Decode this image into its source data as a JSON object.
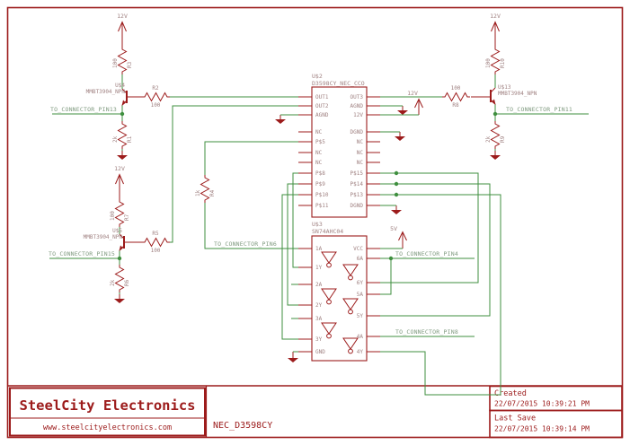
{
  "power": {
    "v12": "12V",
    "v5": "5V"
  },
  "net_labels": {
    "pin13": "TO_CONNECTOR_PIN13",
    "pin15": "TO_CONNECTOR_PIN15",
    "pin11": "TO_CONNECTOR_PIN11",
    "pin6": "TO_CONNECTOR_PIN6",
    "pin4": "TO_CONNECTOR_PIN4",
    "pin8": "TO_CONNECTOR_PIN8"
  },
  "components": {
    "u2": {
      "ref": "U$2",
      "part": "D3598CY_NEC_CCO",
      "left_pins": [
        "OUT1",
        "OUT2",
        "AGND",
        "NC",
        "P$5",
        "NC",
        "NC",
        "P$8",
        "P$9",
        "P$10",
        "P$11"
      ],
      "right_pins": [
        "OUT3",
        "AGND",
        "12V",
        "DGND",
        "NC",
        "NC",
        "NC",
        "P$15",
        "P$14",
        "P$13",
        "DGND"
      ]
    },
    "u3": {
      "ref": "U$3",
      "part": "SN74AHC04",
      "left_pins": [
        "1A",
        "1Y",
        "2A",
        "2Y",
        "3A",
        "3Y",
        "GND"
      ],
      "right_pins": [
        "VCC",
        "6A",
        "6Y",
        "5A",
        "5Y",
        "4A",
        "4Y"
      ]
    },
    "q_top_left": {
      "ref": "U$4",
      "part": "MMBT3904_NPN"
    },
    "q_mid_left": {
      "ref": "U$5",
      "part": "MMBT3904_NPN"
    },
    "q_right": {
      "ref": "U$13",
      "part": "MMBT3904_NPN"
    },
    "resistors": {
      "r1": {
        "name": "R1",
        "value": "2k"
      },
      "r2": {
        "name": "R2",
        "value": "100"
      },
      "r3": {
        "name": "R3",
        "value": "100"
      },
      "r4": {
        "name": "R4",
        "value": "1k"
      },
      "r5": {
        "name": "R5",
        "value": "100"
      },
      "r6": {
        "name": "R6",
        "value": "2k"
      },
      "r7": {
        "name": "R7",
        "value": "100"
      },
      "r8": {
        "name": "R8",
        "value": "100"
      },
      "r9": {
        "name": "R9",
        "value": "2k"
      },
      "r10": {
        "name": "R10",
        "value": "100"
      }
    }
  },
  "title_block": {
    "company": "SteelCity Electronics",
    "website": "www.steelcityelectronics.com",
    "document": "NEC_D3598CY",
    "created_label": "Created",
    "created": "22/07/2015 10:39:21 PM",
    "last_save_label": "Last Save",
    "last_save": "22/07/2015 10:39:14 PM"
  },
  "colors": {
    "symbol_red": "#9c1b1b",
    "wire_green": "#3f8f3f",
    "component_label": "#a08282",
    "net_label_green": "#7f9a7f"
  }
}
